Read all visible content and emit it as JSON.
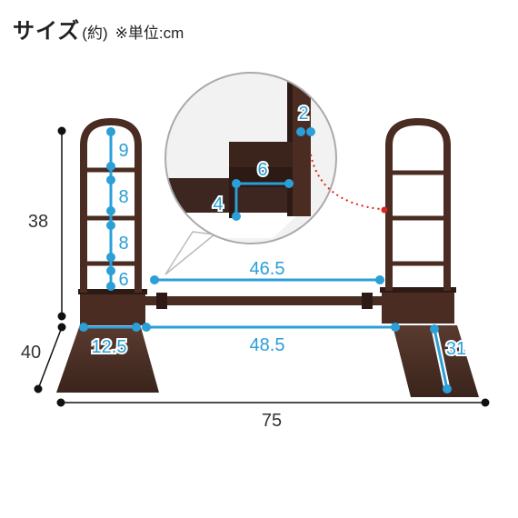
{
  "header": {
    "title": "サイズ",
    "approx": "(約)",
    "unit_note": "※単位:cm"
  },
  "colors": {
    "frame": "#4a2c22",
    "frame_dark": "#2e1a14",
    "accent_blue": "#2a9fd8",
    "dot_red": "#d9261c",
    "dim_black": "#111111"
  },
  "dimensions": {
    "total_height": "38",
    "depth": "40",
    "total_width": "75",
    "inner_width_top": "46.5",
    "inner_width_bottom": "48.5",
    "rung_gap_1": "9",
    "rung_gap_2": "8",
    "rung_gap_3": "8",
    "rung_gap_4": "6",
    "base_width": "12.5",
    "ramp_length": "31"
  },
  "detail": {
    "thickness": "2",
    "bracket_width": "6",
    "bracket_height": "4"
  }
}
